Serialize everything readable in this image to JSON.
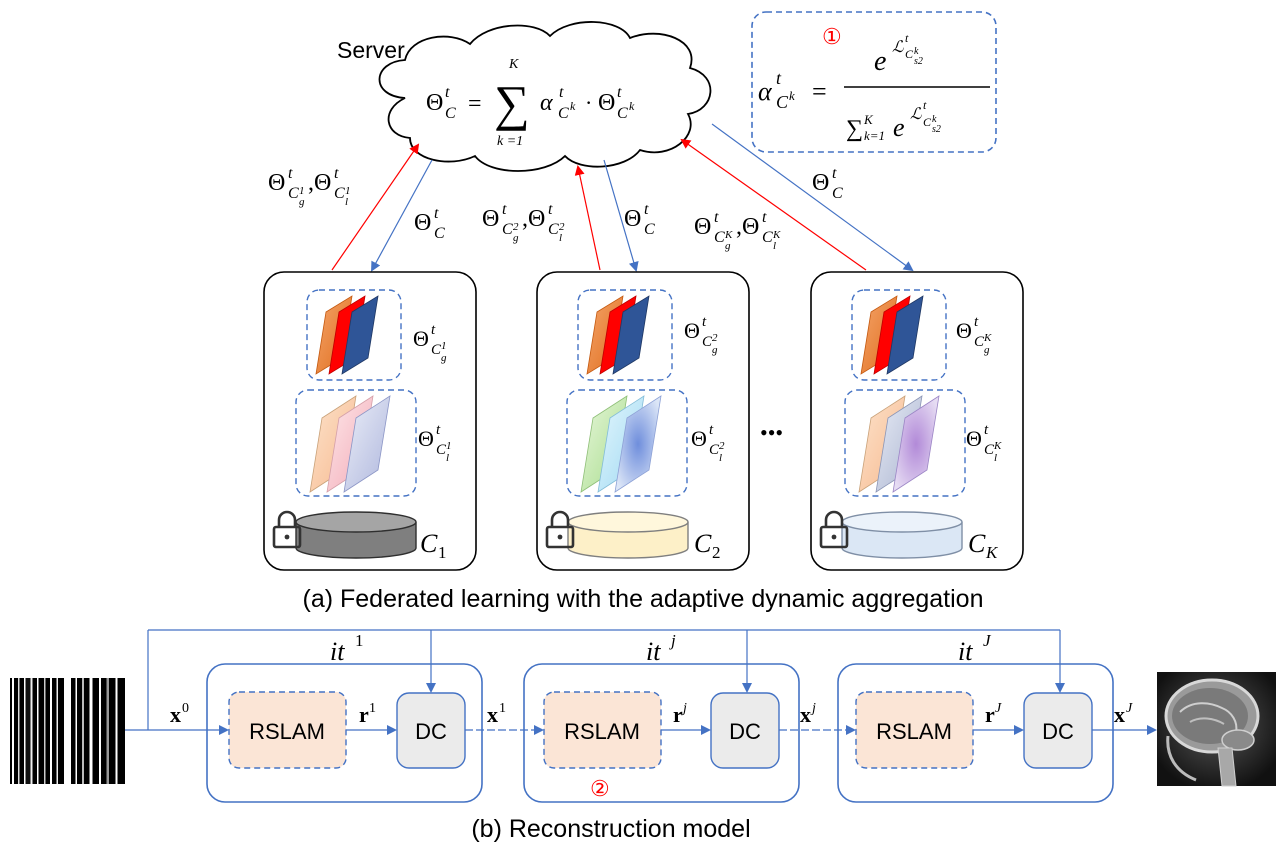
{
  "server": {
    "label": "Server",
    "equation": {
      "lhs": "Θ",
      "lhs_sup": "t",
      "lhs_sub": "C",
      "equals": "=",
      "sum": "∑",
      "sum_upper": "K",
      "sum_lower": "k =1",
      "alpha": "α",
      "alpha_sup": "t",
      "alpha_sub": "C",
      "alpha_subsup": "k",
      "dot": "·",
      "theta": "Θ",
      "theta_sup": "t",
      "theta_sub": "C",
      "theta_subsup": "k"
    }
  },
  "weight_box": {
    "marker": "①",
    "alpha": "α",
    "alpha_sup": "t",
    "alpha_sub": "C",
    "alpha_subsup": "k",
    "equals": "=",
    "num_e": "e",
    "num_L": "ℒ",
    "num_L_sup": "t",
    "num_C": "C",
    "num_C_sup": "k",
    "num_C_sub": "s2",
    "den_sum": "∑",
    "den_sum_upper": "K",
    "den_sum_lower": "k=1",
    "den_e": "e"
  },
  "arrows": {
    "up1": {
      "theta": "Θ",
      "sup": "t",
      "sub_a": "C",
      "sub_a_sub": "g",
      "sub_a_sup": "1",
      "comma": ",",
      "sub_b": "C",
      "sub_b_sub": "l",
      "sub_b_sup": "1"
    },
    "up2": {
      "theta": "Θ",
      "sup": "t",
      "sub_a": "C",
      "sub_a_sub": "g",
      "sub_a_sup": "2",
      "comma": ",",
      "sub_b": "C",
      "sub_b_sub": "l",
      "sub_b_sup": "2"
    },
    "upK": {
      "theta": "Θ",
      "sup": "t",
      "sub_a": "C",
      "sub_a_sub": "g",
      "sub_a_sup": "K",
      "comma": ",",
      "sub_b": "C",
      "sub_b_sub": "l",
      "sub_b_sup": "K"
    },
    "down": {
      "theta": "Θ",
      "sup": "t",
      "sub": "C"
    }
  },
  "clients": [
    {
      "name": "C",
      "index": "1",
      "global_sup": "1",
      "local_sup": "1",
      "db_color": "#7f7f7f"
    },
    {
      "name": "C",
      "index": "2",
      "global_sup": "2",
      "local_sup": "2",
      "db_color": "#fdf0c8"
    },
    {
      "name": "C",
      "index": "K",
      "global_sup": "K",
      "local_sup": "K",
      "db_color": "#dbe7f5"
    }
  ],
  "client_param": {
    "theta": "Θ",
    "sup": "t",
    "sub": "C",
    "global_sub": "g",
    "local_sub": "l"
  },
  "ellipsis": "•••",
  "caption_a": "(a) Federated learning with the adaptive dynamic aggregation",
  "reconstruction": {
    "iterations": [
      {
        "it": "it",
        "sup": "1",
        "x_in": "x",
        "x_in_sup": "0",
        "r": "r",
        "r_sup": "1"
      },
      {
        "it": "it",
        "sup": "j",
        "x_in": "x",
        "x_in_sup": "1",
        "r": "r",
        "r_sup": "j"
      },
      {
        "it": "it",
        "sup": "J",
        "x_in": "x",
        "x_in_sup": "j",
        "r": "r",
        "r_sup": "J"
      }
    ],
    "output": {
      "x": "x",
      "sup": "J"
    },
    "rslam_label": "RSLAM",
    "dc_label": "DC",
    "marker": "②"
  },
  "caption_b": "(b) Reconstruction model",
  "colors": {
    "blue": "#4472c4",
    "red": "#ff0000",
    "rslam_fill": "#fbe5d6",
    "dc_fill": "#ebebeb"
  }
}
